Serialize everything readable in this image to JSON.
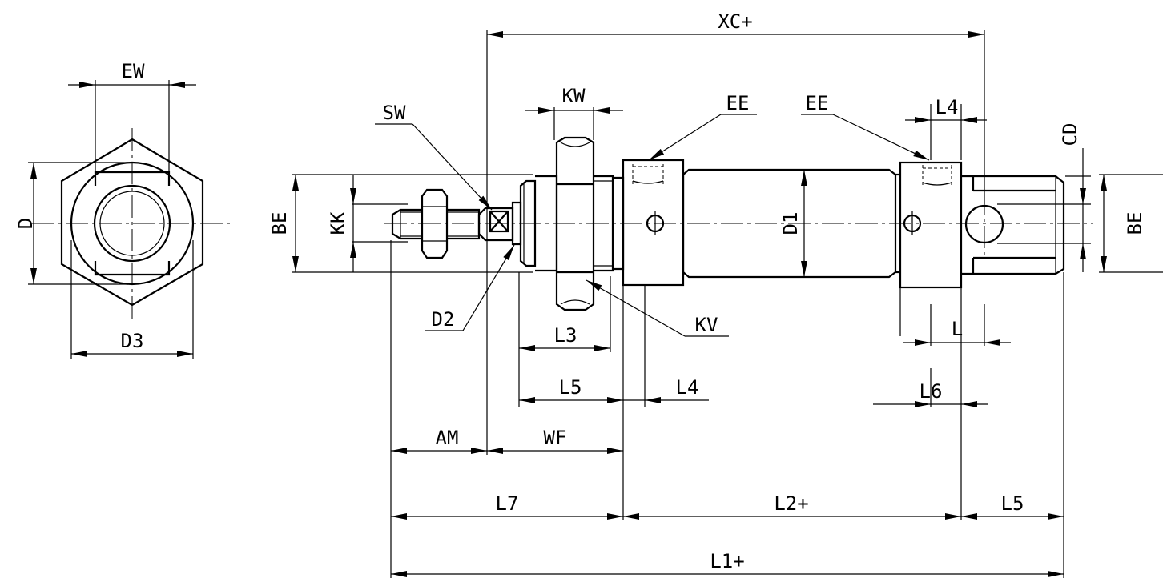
{
  "labels": {
    "EW": "EW",
    "D": "D",
    "D3": "D3",
    "XC": "XC+",
    "SW": "SW",
    "KW": "KW",
    "EE_left": "EE",
    "EE_right": "EE",
    "L4_top": "L4",
    "CD": "CD",
    "BE_left": "BE",
    "KK": "KK",
    "D1": "D1",
    "BE_right": "BE",
    "D2": "D2",
    "L3": "L3",
    "KV": "KV",
    "L": "L",
    "L5_mid": "L5",
    "L4_mid": "L4",
    "L6": "L6",
    "AM": "AM",
    "WF": "WF",
    "L7": "L7",
    "L2": "L2+",
    "L5_right": "L5",
    "L1": "L1+"
  }
}
